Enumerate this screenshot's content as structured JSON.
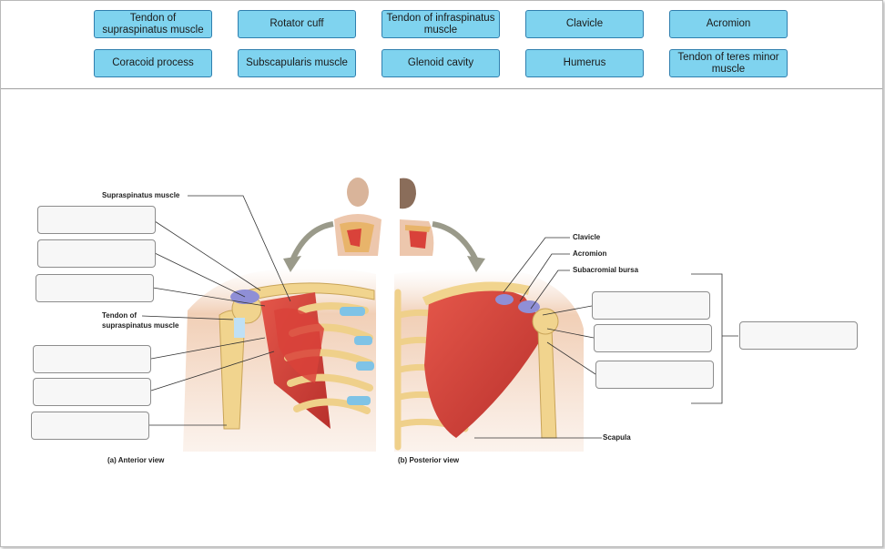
{
  "word_bank": {
    "chips": [
      "Tendon of supraspinatus muscle",
      "Rotator cuff",
      "Tendon of infraspinatus muscle",
      "Clavicle",
      "Acromion",
      "Coracoid process",
      "Subscapularis muscle",
      "Glenoid cavity",
      "Humerus",
      "Tendon of teres minor muscle"
    ]
  },
  "diagram": {
    "labels": {
      "supraspinatus_muscle": "Supraspinatus muscle",
      "tendon_line1": "Tendon of",
      "tendon_line2": "supraspinatus muscle",
      "clavicle": "Clavicle",
      "acromion": "Acromion",
      "subacromial_bursa": "Subacromial bursa",
      "scapula": "Scapula",
      "anterior_caption": "(a) Anterior view",
      "posterior_caption": "(b) Posterior view"
    }
  },
  "colors": {
    "chip_fill": "#7fd3ef",
    "chip_border": "#2f7fae",
    "drop_fill": "#f7f7f7",
    "muscle": "#d9423a",
    "bone": "#f1d48e",
    "cartilage": "#7fc3e6",
    "bursa": "#8f8fd6",
    "skin": "#f3c9ac"
  }
}
